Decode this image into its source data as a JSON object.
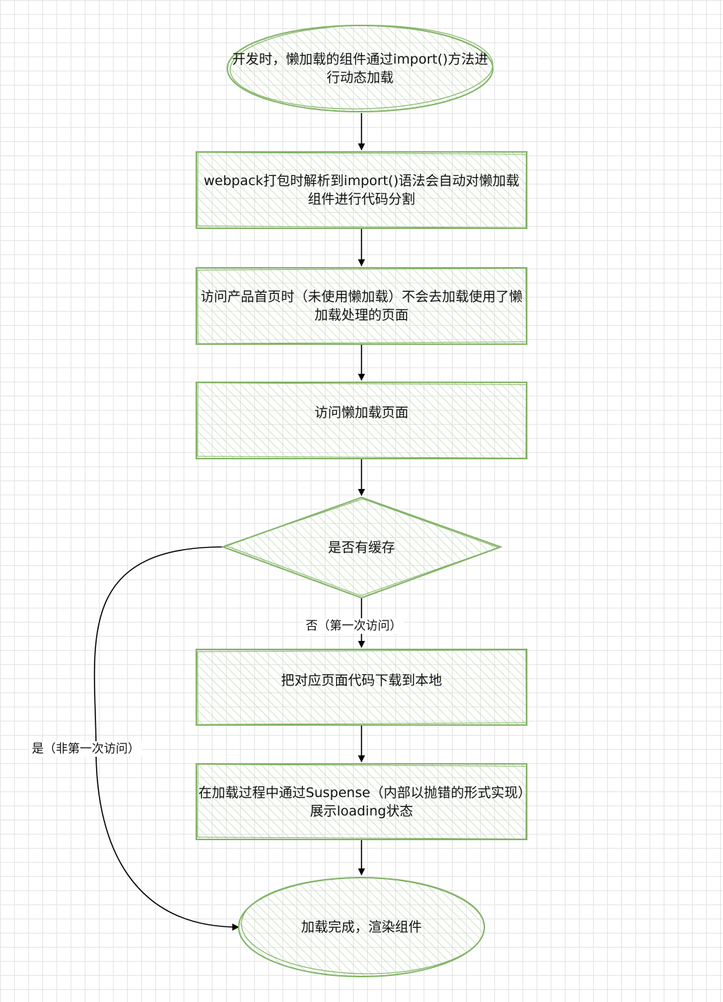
{
  "nodes": [
    {
      "id": "start",
      "text": "开发时，懒加载的组件通过import()方法进行动态加载"
    },
    {
      "id": "split",
      "text": "webpack打包时解析到import()语法会自动对懒加载组件进行代码分割"
    },
    {
      "id": "home",
      "text": "访问产品首页时（未使用懒加载）不会去加载使用了懒加载处理的页面"
    },
    {
      "id": "visit",
      "text": "访问懒加载页面"
    },
    {
      "id": "cache",
      "text": "是否有缓存"
    },
    {
      "id": "download",
      "text": "把对应页面代码下载到本地"
    },
    {
      "id": "suspense",
      "text": "在加载过程中通过Suspense（内部以抛错的形式实现）展示loading状态"
    },
    {
      "id": "done",
      "text": "加载完成，渲染组件"
    }
  ],
  "edges": [
    {
      "from": "start",
      "to": "split"
    },
    {
      "from": "split",
      "to": "home"
    },
    {
      "from": "home",
      "to": "visit"
    },
    {
      "from": "visit",
      "to": "cache"
    },
    {
      "from": "cache",
      "to": "download",
      "label": "否（第一次访问）"
    },
    {
      "from": "download",
      "to": "suspense"
    },
    {
      "from": "suspense",
      "to": "done"
    },
    {
      "from": "cache",
      "to": "done",
      "label": "是（非第一次访问）"
    }
  ],
  "colors": {
    "node_stroke": "#82b366",
    "node_fill": "#d5e8d4",
    "edge": "#000000"
  }
}
